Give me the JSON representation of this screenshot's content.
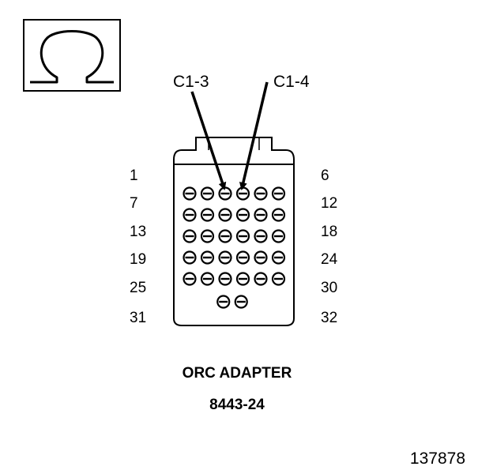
{
  "ohm_symbol": {
    "glyph": "Ω",
    "icon": "ohm-icon"
  },
  "callouts": [
    "C1-3",
    "C1-4"
  ],
  "pin_rows": [
    {
      "left": "1",
      "right": "6",
      "pins": 6
    },
    {
      "left": "7",
      "right": "12",
      "pins": 6
    },
    {
      "left": "13",
      "right": "18",
      "pins": 6
    },
    {
      "left": "19",
      "right": "24",
      "pins": 6
    },
    {
      "left": "25",
      "right": "30",
      "pins": 6
    },
    {
      "left": "31",
      "right": "32",
      "pins": 2
    }
  ],
  "caption": {
    "name": "ORC ADAPTER",
    "part": "8443-24"
  },
  "figure_id": "137878",
  "colors": {
    "ink": "#000000",
    "background": "#ffffff"
  }
}
